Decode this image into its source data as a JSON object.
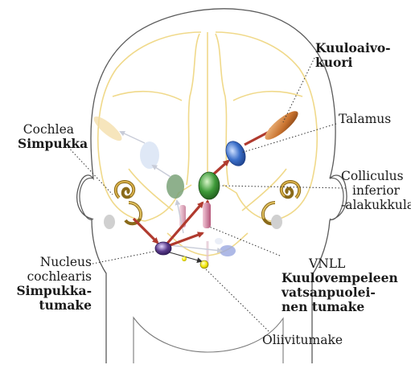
{
  "labels": {
    "auditory_cortex": {
      "line1": "Kuuloaivo-",
      "line2": "kuori"
    },
    "thalamus": {
      "text": "Talamus"
    },
    "cochlea": {
      "latin": "Cochlea",
      "finnish": "Simpukka"
    },
    "colliculus": {
      "line1": "Colliculus",
      "line2": "inferior",
      "line3": "-alakukkula"
    },
    "nucleus_cochlearis": {
      "line1": "Nucleus",
      "line2": "cochlearis",
      "line3": "Simpukka-",
      "line4": "tumake"
    },
    "vnll": {
      "abbr": "VNLL",
      "line1": "Kuulovempeleen",
      "line2": "vatsanpuolei-",
      "line3": "nen tumake"
    },
    "olive": {
      "text": "Oliivitumake"
    }
  },
  "colors": {
    "outline": "#5a5a5a",
    "brain_contour": "#f0d98a",
    "pathway": "#b03a2e",
    "thalamus_fill": "#3b6fc9",
    "colliculus_fill": "#3f9b3a",
    "cochlear_nucleus_fill": "#5a3b8c",
    "olive_fill": "#f2e600",
    "cortex_fill": "#c8722e"
  }
}
